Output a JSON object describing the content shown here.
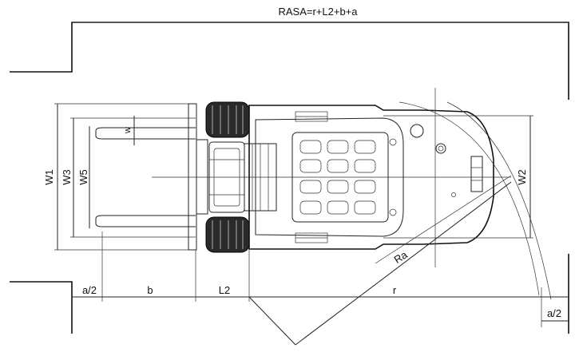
{
  "labels": {
    "rasa": "RASA=r+L2+b+a",
    "w1": "W1",
    "w3": "W3",
    "w5": "W5",
    "w_small": "w",
    "w2": "W2",
    "ra": "Ra",
    "half_a_left": "a/2",
    "b": "b",
    "l2": "L2",
    "r": "r",
    "half_a_right": "a/2"
  },
  "colors": {
    "line": "#222222",
    "tyre": "#2a2a2a",
    "background": "#ffffff"
  }
}
